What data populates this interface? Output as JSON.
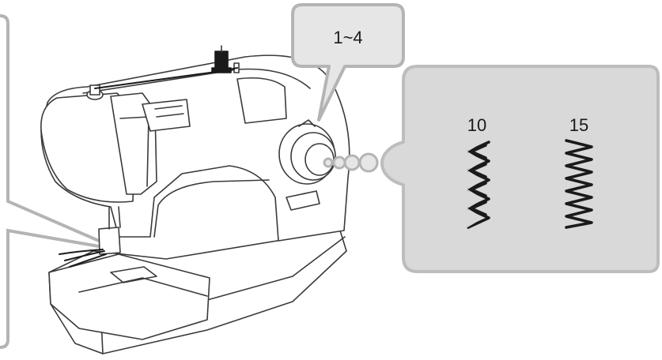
{
  "callout_top": {
    "label": "1~4"
  },
  "stitch_panel": {
    "stitches": [
      {
        "number": "10",
        "icon": "triple-zigzag-stitch-icon"
      },
      {
        "number": "15",
        "icon": "zigzag-stitch-icon"
      }
    ]
  },
  "colors": {
    "line": "#3a3a3a",
    "callout_fill": "#e6e6e6",
    "callout_border": "#b4b4b4",
    "panel_fill": "#d9d9d9",
    "panel_border": "#bdbdbd"
  }
}
